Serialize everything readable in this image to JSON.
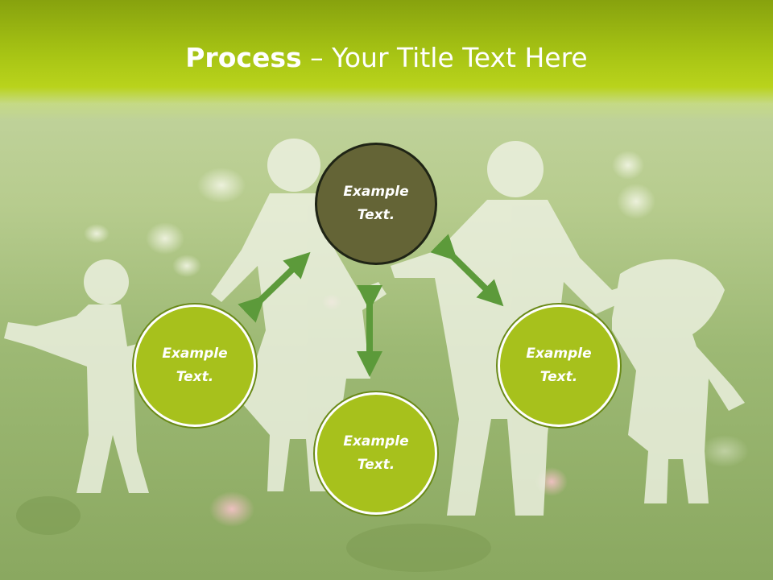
{
  "title": {
    "bold": "Process",
    "separator": " – ",
    "rest": "Your Title Text Here"
  },
  "nodes": {
    "top": {
      "line1": "Example",
      "line2": "Text."
    },
    "left": {
      "line1": "Example",
      "line2": "Text."
    },
    "right": {
      "line1": "Example",
      "line2": "Text."
    },
    "bottom": {
      "line1": "Example",
      "line2": "Text."
    }
  },
  "colors": {
    "header": "#a7c414",
    "center_node": "#646436",
    "outer_node": "#a7c11c",
    "arrow": "#5c9a3a"
  },
  "icons": {
    "arrows": "double-headed-arrow",
    "background": "paper-family-on-grass"
  }
}
